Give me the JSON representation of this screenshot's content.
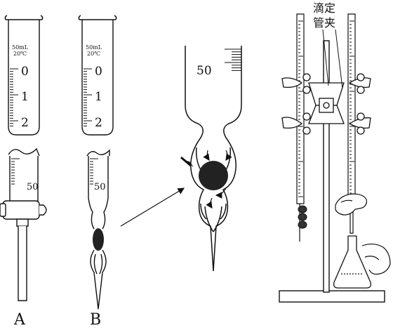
{
  "buret_A": {
    "vol_label": "50mL",
    "temp_label": "20℃",
    "scale": [
      "0",
      "1",
      "2"
    ],
    "lower_mark": "50",
    "caption": "A"
  },
  "buret_B": {
    "vol_label": "50mL",
    "temp_label": "20℃",
    "scale": [
      "0",
      "1",
      "2"
    ],
    "lower_mark": "50",
    "caption": "B"
  },
  "zoom": {
    "mark": "50"
  },
  "stand": {
    "clamp_label_line1": "滴定",
    "clamp_label_line2": "管夹"
  }
}
